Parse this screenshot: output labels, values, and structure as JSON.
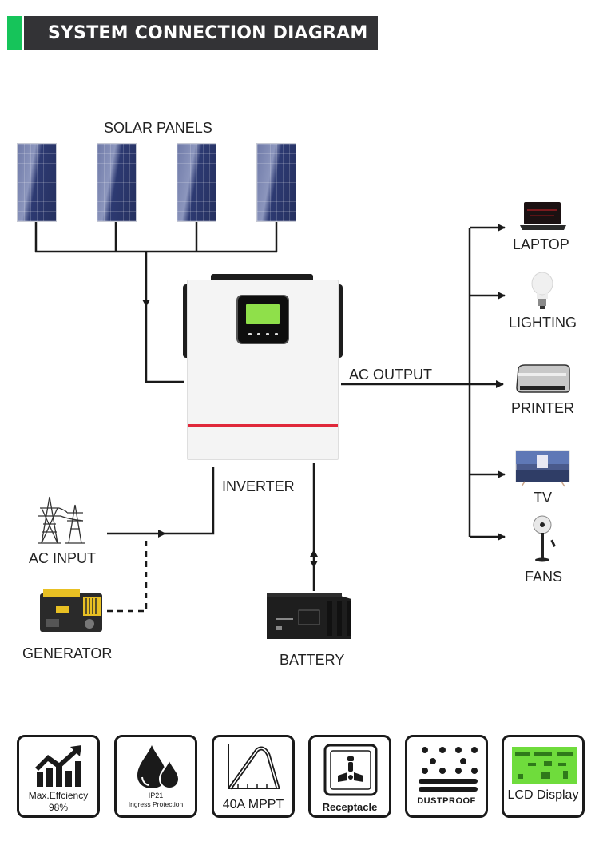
{
  "header": {
    "title": "SYSTEM CONNECTION DIAGRAM",
    "accent_color": "#16c45a",
    "bar_color": "#333336"
  },
  "diagram": {
    "solar_panels": {
      "label": "SOLAR PANELS",
      "count": 4
    },
    "inverter": {
      "label": "INVERTER",
      "stripe_color": "#e0283a",
      "lcd_color": "#8fe04a"
    },
    "ac_output": {
      "label": "AC OUTPUT"
    },
    "loads": [
      {
        "label": "LAPTOP",
        "icon": "laptop-icon"
      },
      {
        "label": "LIGHTING",
        "icon": "light-bulb-icon"
      },
      {
        "label": "PRINTER",
        "icon": "printer-icon"
      },
      {
        "label": "TV",
        "icon": "tv-icon"
      },
      {
        "label": "FANS",
        "icon": "fan-icon"
      }
    ],
    "ac_input": {
      "label": "AC INPUT",
      "icon": "power-tower-icon"
    },
    "generator": {
      "label": "GENERATOR",
      "icon": "generator-icon"
    },
    "battery": {
      "label": "BATTERY",
      "icon": "battery-icon"
    }
  },
  "features": [
    {
      "icon": "efficiency-chart-icon",
      "line1": "Max.Effciency",
      "line2": "98%"
    },
    {
      "icon": "water-drops-icon",
      "line1": "IP21",
      "line2": "Ingress Protection"
    },
    {
      "icon": "mppt-curve-icon",
      "line1": "40A MPPT"
    },
    {
      "icon": "socket-icon",
      "line1": "Receptacle"
    },
    {
      "icon": "dust-icon",
      "line1": "DUSTPROOF"
    },
    {
      "icon": "lcd-display-icon",
      "line1": "LCD Display"
    }
  ]
}
